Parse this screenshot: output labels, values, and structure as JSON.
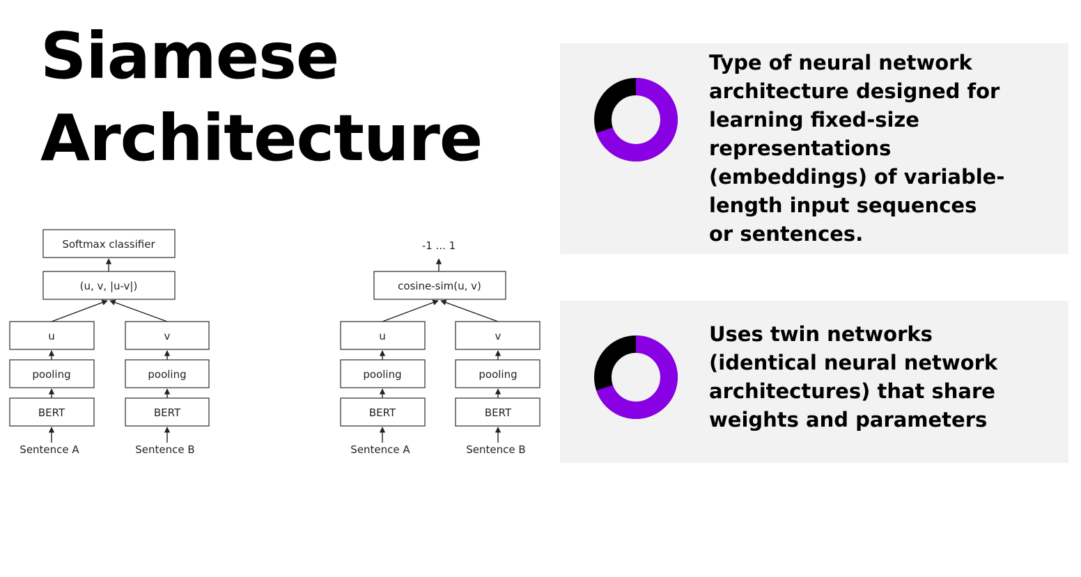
{
  "title": {
    "line1": "Siamese",
    "line2": "Architecture"
  },
  "diagrams": {
    "classification": {
      "top": "Softmax classifier",
      "concat": "(u, v, |u-v|)",
      "left": {
        "embedding": "u",
        "pooling": "pooling",
        "encoder": "BERT",
        "input": "Sentence A"
      },
      "right": {
        "embedding": "v",
        "pooling": "pooling",
        "encoder": "BERT",
        "input": "Sentence B"
      }
    },
    "similarity": {
      "output": "-1 ... 1",
      "similarity": "cosine-sim(u, v)",
      "left": {
        "embedding": "u",
        "pooling": "pooling",
        "encoder": "BERT",
        "input": "Sentence A"
      },
      "right": {
        "embedding": "v",
        "pooling": "pooling",
        "encoder": "BERT",
        "input": "Sentence B"
      }
    }
  },
  "cards": [
    {
      "icon": "donut-chart-icon",
      "text": "Type of neural network architecture designed for learning fixed-size representations (embeddings) of variable-length input sequences or sentences."
    },
    {
      "icon": "donut-chart-icon",
      "text": "Uses twin networks (identical neural network architectures) that share weights and parameters"
    }
  ],
  "colors": {
    "accent": "#8a00e5",
    "dark": "#000000",
    "card_background": "#f2f2f2"
  }
}
